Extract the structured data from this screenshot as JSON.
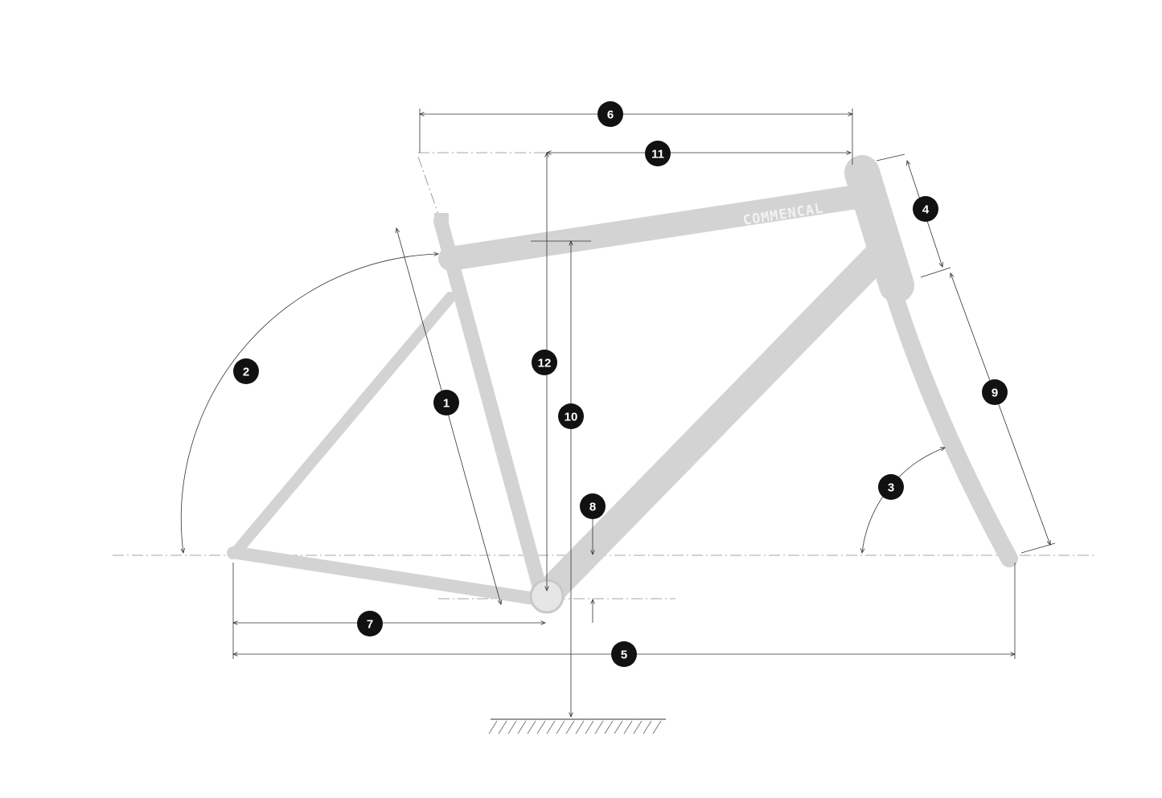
{
  "diagram": {
    "type": "bicycle frame geometry",
    "brand_logo": "COMMENCAL",
    "measurement_labels": [
      "1",
      "2",
      "3",
      "4",
      "5",
      "6",
      "7",
      "8",
      "9",
      "10",
      "11",
      "12"
    ]
  }
}
